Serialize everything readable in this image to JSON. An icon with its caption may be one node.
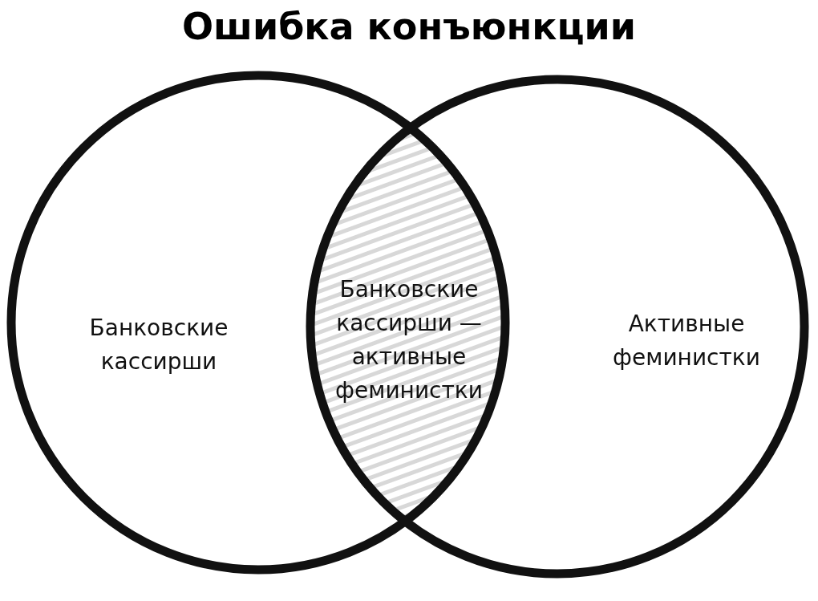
{
  "diagram": {
    "title": "Ошибка конъюнкции",
    "nodes": [
      {
        "text": [
          "Банковские кассирши"
        ]
      },
      {
        "text": [
          "Банковские кассирши — активные феминистки"
        ]
      },
      {
        "text": [
          "Активные феминистки"
        ]
      }
    ]
  }
}
